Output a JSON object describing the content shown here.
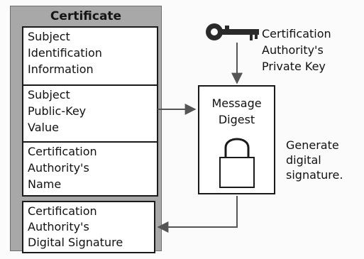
{
  "certificate": {
    "title": "Certificate",
    "fields": [
      {
        "lines": [
          "Subject",
          "Identification",
          "Information"
        ]
      },
      {
        "lines": [
          "Subject",
          "Public-Key",
          "Value"
        ]
      },
      {
        "lines": [
          "Certification",
          "Authority's",
          "Name"
        ]
      }
    ],
    "signature_field": {
      "lines": [
        "Certification",
        "Authority's",
        "Digital Signature"
      ]
    }
  },
  "ca_private_key": {
    "lines": [
      "Certification",
      "Authority's",
      "Private Key"
    ],
    "icon": "key-icon"
  },
  "message_digest": {
    "lines": [
      "Message",
      "Digest"
    ],
    "icon": "padlock-icon"
  },
  "generate_label": {
    "lines": [
      "Generate",
      "digital",
      "signature."
    ]
  },
  "colors": {
    "panel": "#a8a8a8",
    "line": "#1a1a1a",
    "arrow": "#555555"
  }
}
